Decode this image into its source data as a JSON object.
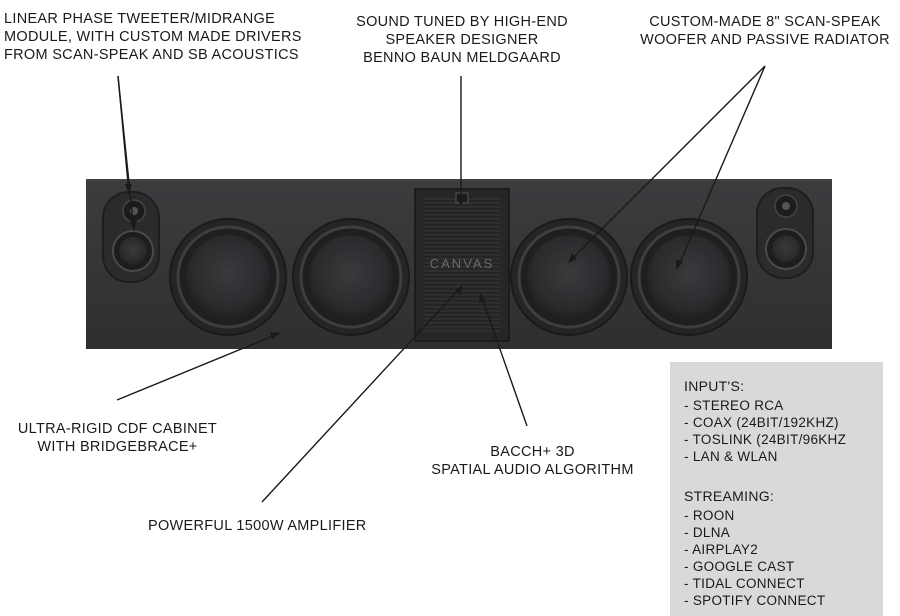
{
  "callouts": {
    "tweeter": [
      "LINEAR PHASE TWEETER/MIDRANGE",
      "MODULE, WITH CUSTOM MADE DRIVERS",
      "FROM SCAN-SPEAK AND SB ACOUSTICS"
    ],
    "tuned": [
      "SOUND TUNED BY HIGH-END",
      "SPEAKER DESIGNER",
      "BENNO BAUN MELDGAARD"
    ],
    "woofer": [
      "CUSTOM-MADE 8\" SCAN-SPEAK",
      "WOOFER AND PASSIVE RADIATOR"
    ],
    "cabinet": [
      "ULTRA-RIGID CDF CABINET",
      "WITH BRIDGEBRACE+"
    ],
    "bacch": [
      "BACCH+ 3D",
      "SPATIAL AUDIO ALGORITHM"
    ],
    "amplifier": [
      "POWERFUL 1500W AMPLIFIER"
    ]
  },
  "speaker": {
    "logo": "CANVAS"
  },
  "specs": {
    "inputs": {
      "heading": "INPUT'S:",
      "items": [
        "- STEREO RCA",
        "- COAX (24BIT/192KHZ)",
        "- TOSLINK (24BIT/96KHZ",
        "- LAN & WLAN"
      ]
    },
    "streaming": {
      "heading": "STREAMING:",
      "items": [
        "- ROON",
        "- DLNA",
        "- AIRPLAY2",
        "- GOOGLE CAST",
        "- TIDAL CONNECT",
        "- SPOTIFY CONNECT"
      ]
    }
  },
  "colors": {
    "cabinet": "#363638",
    "driver": "#2a2a2c",
    "spec_box": "#d9d9d9",
    "text": "#1a1a1a"
  }
}
